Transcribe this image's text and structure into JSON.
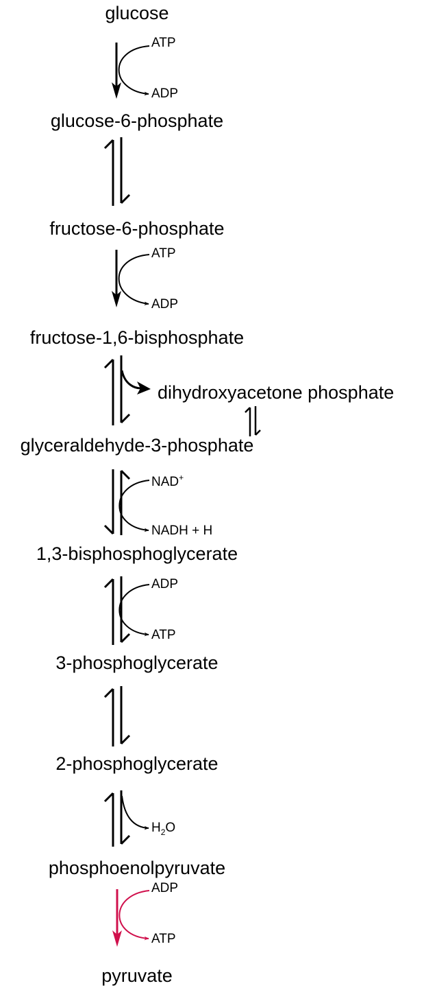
{
  "compounds": {
    "glucose": "glucose",
    "glucose_6_phosphate": "glucose-6-phosphate",
    "fructose_6_phosphate": "fructose-6-phosphate",
    "fructose_1_6_bisphosphate": "fructose-1,6-bisphosphate",
    "dihydroxyacetone_phosphate": "dihydroxyacetone phosphate",
    "glyceraldehyde_3_phosphate": "glyceraldehyde-3-phosphate",
    "bisphosphoglycerate_1_3": "1,3-bisphosphoglycerate",
    "phosphoglycerate_3": "3-phosphoglycerate",
    "phosphoglycerate_2": "2-phosphoglycerate",
    "phosphoenolpyruvate": "phosphoenolpyruvate",
    "pyruvate": "pyruvate"
  },
  "cofactors": {
    "step1_in": "ATP",
    "step1_out": "ADP",
    "step3_in": "ATP",
    "step3_out": "ADP",
    "step6_in_base": "NAD",
    "step6_in_sup": "+",
    "step6_out": "NADH + H",
    "step7_in": "ADP",
    "step7_out": "ATP",
    "step9_out_base": "H",
    "step9_out_sub": "2",
    "step9_out_rest": "O",
    "step10_in": "ADP",
    "step10_out": "ATP"
  },
  "colors": {
    "arrow": "#000000",
    "highlight_arrow": "#d0104c"
  }
}
